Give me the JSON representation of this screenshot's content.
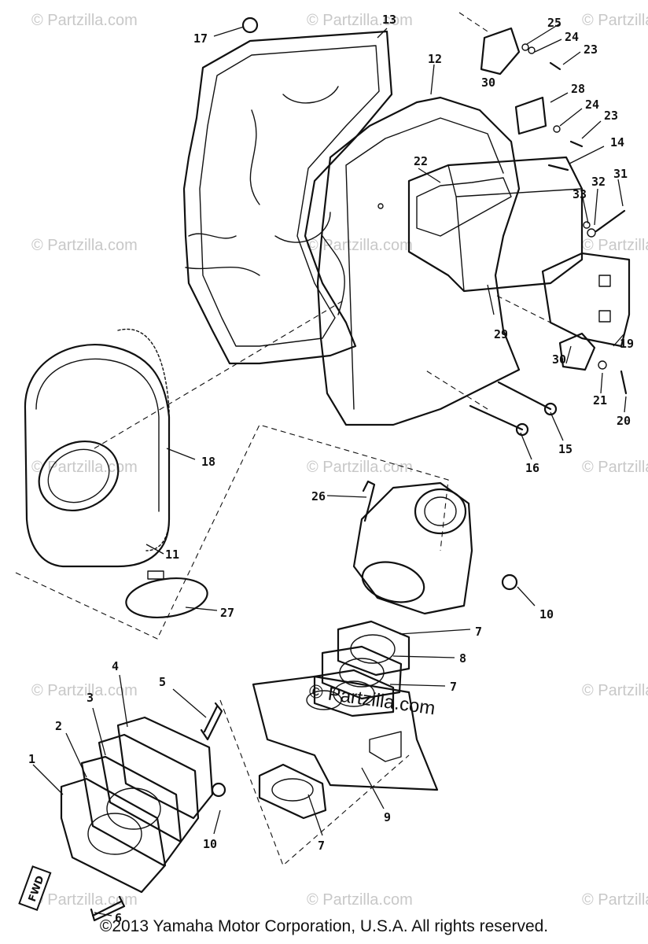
{
  "watermark": {
    "text": "© Partzilla.com",
    "center_text": "© Partzilla.com"
  },
  "direction_tag": "FWD",
  "callouts": {
    "c1": "1",
    "c2": "2",
    "c3": "3",
    "c4": "4",
    "c5": "5",
    "c6": "6",
    "c7a": "7",
    "c7b": "7",
    "c7c": "7",
    "c8": "8",
    "c9": "9",
    "c10a": "10",
    "c10b": "10",
    "c11": "11",
    "c12": "12",
    "c13": "13",
    "c14": "14",
    "c15": "15",
    "c16": "16",
    "c17": "17",
    "c18": "18",
    "c19": "19",
    "c20": "20",
    "c21": "21",
    "c22": "22",
    "c23a": "23",
    "c23b": "23",
    "c24a": "24",
    "c24b": "24",
    "c25": "25",
    "c26": "26",
    "c27": "27",
    "c28": "28",
    "c29": "29",
    "c30a": "30",
    "c30b": "30",
    "c31": "31",
    "c32": "32",
    "c33": "33"
  },
  "copyright": "©2013  Yamaha Motor Corporation, U.S.A. All rights reserved."
}
